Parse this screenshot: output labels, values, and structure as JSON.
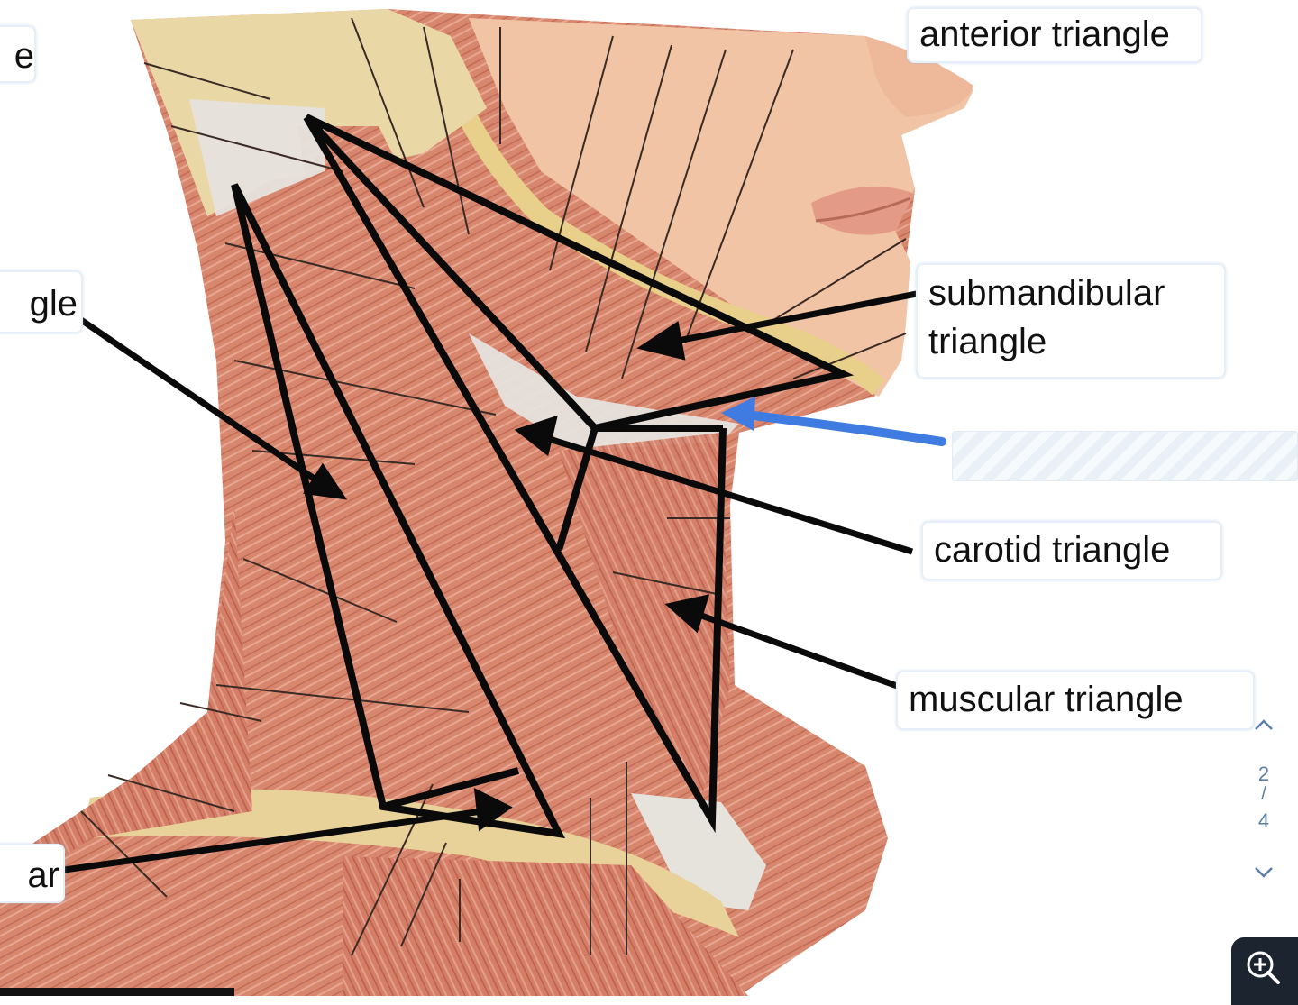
{
  "labels": {
    "anterior": "anterior triangle",
    "submandibular_line1": "submandibular",
    "submandibular_line2": "triangle",
    "carotid": "carotid triangle",
    "muscular": "muscular triangle",
    "left_top_fragment": "e",
    "left_mid_fragment": "gle",
    "left_bottom_fragment": "ar"
  },
  "pager": {
    "current": "2",
    "separator": "/",
    "total": "4"
  },
  "colors": {
    "arrow": "#0a0a0a",
    "highlight_arrow": "#3f7be0",
    "muscle": "#d98a78",
    "skin": "#f2c4a6",
    "tendon": "#e6e3dd",
    "bone": "#e8cf8a",
    "zoom_bg": "#1c2430"
  },
  "icons": {
    "pager_up": "chevron-up-icon",
    "pager_down": "chevron-down-icon",
    "zoom": "zoom-in-icon"
  }
}
